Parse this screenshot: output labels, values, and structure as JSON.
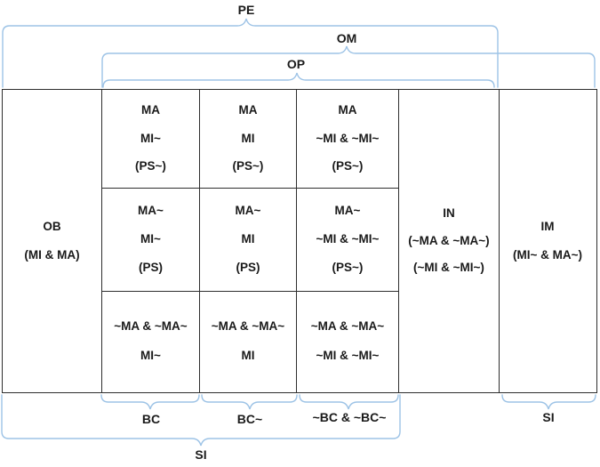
{
  "diagram": {
    "colors": {
      "brace": "#9DC3E6",
      "border": "#2e2e2e",
      "text": "#1a1a1a"
    },
    "top_braces": {
      "pe": {
        "label": "PE"
      },
      "om": {
        "label": "OM"
      },
      "op": {
        "label": "OP"
      }
    },
    "bottom_braces": {
      "bc": {
        "label": "BC"
      },
      "bc_tilde": {
        "label": "BC~"
      },
      "not_bc": {
        "label": "~BC & ~BC~"
      },
      "si_right": {
        "label": "SI"
      },
      "si_bottom": {
        "label": "SI"
      }
    },
    "table": {
      "ob": {
        "lines": [
          "OB",
          "(MI & MA)"
        ]
      },
      "in": {
        "lines": [
          "IN",
          "(~MA & ~MA~)",
          "(~MI & ~MI~)"
        ]
      },
      "im": {
        "lines": [
          "IM",
          "(MI~ & MA~)"
        ]
      },
      "grid": [
        [
          [
            "MA",
            "MI~",
            "(PS~)"
          ],
          [
            "MA",
            "MI",
            "(PS~)"
          ],
          [
            "MA",
            "~MI & ~MI~",
            "(PS~)"
          ]
        ],
        [
          [
            "MA~",
            "MI~",
            "(PS)"
          ],
          [
            "MA~",
            "MI",
            "(PS)"
          ],
          [
            "MA~",
            "~MI & ~MI~",
            "(PS~)"
          ]
        ],
        [
          [
            "~MA & ~MA~",
            "MI~"
          ],
          [
            "~MA & ~MA~",
            "MI"
          ],
          [
            "~MA & ~MA~",
            "~MI & ~MI~"
          ]
        ]
      ]
    }
  }
}
